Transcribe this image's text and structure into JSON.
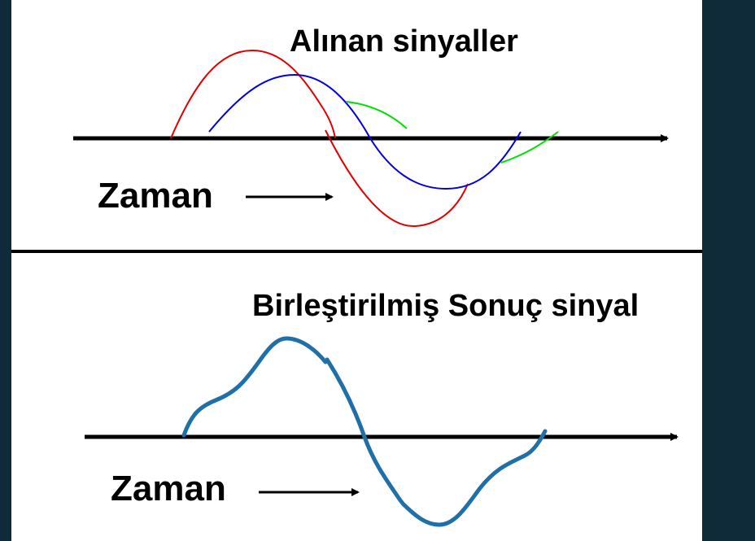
{
  "top_panel": {
    "title": "Alınan sinyaller",
    "time_label": "Zaman",
    "colors": {
      "signal1": "#e00000",
      "signal2": "#0000e0",
      "signal3": "#00e000",
      "axis": "#000000"
    }
  },
  "bottom_panel": {
    "title": "Birleştirilmiş Sonuç sinyal",
    "time_label": "Zaman",
    "colors": {
      "combined": "#1f6fa8",
      "axis": "#000000"
    }
  }
}
